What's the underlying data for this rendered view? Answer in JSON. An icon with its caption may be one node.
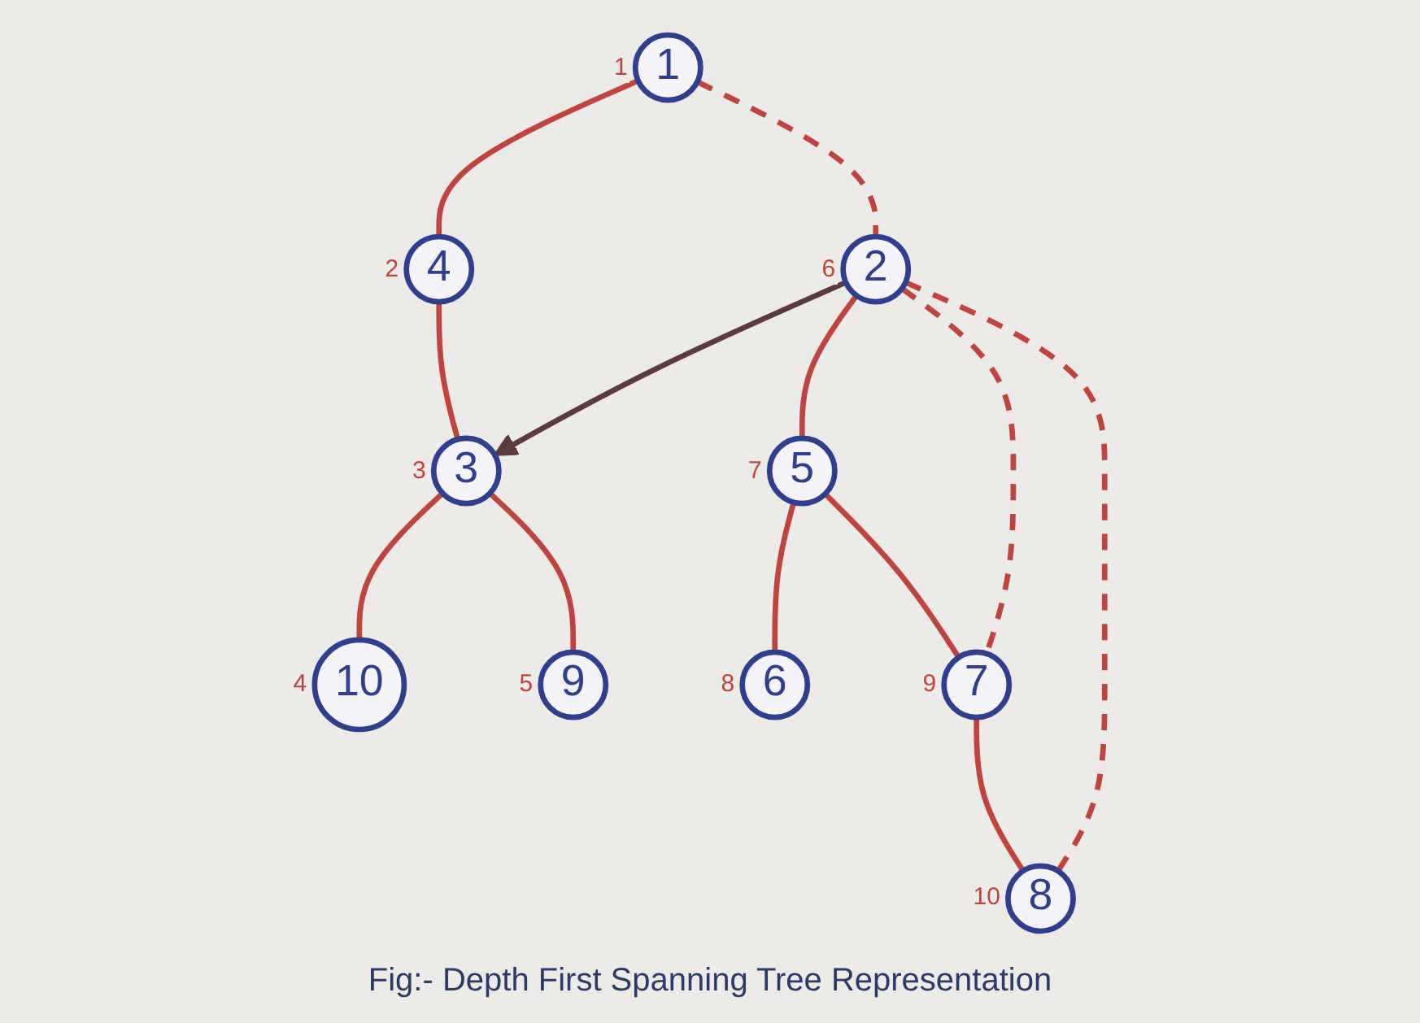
{
  "diagram": {
    "caption": "Fig:- Depth First Spanning Tree Representation",
    "nodes": [
      {
        "text": [
          "1"
        ],
        "beside": [
          "1"
        ]
      },
      {
        "text": [
          "4"
        ],
        "beside": [
          "2"
        ]
      },
      {
        "text": [
          "3"
        ],
        "beside": [
          "3"
        ]
      },
      {
        "text": [
          "10"
        ],
        "beside": [
          "4"
        ]
      },
      {
        "text": [
          "9"
        ],
        "beside": [
          "5"
        ]
      },
      {
        "text": [
          "2"
        ],
        "beside": [
          "6"
        ]
      },
      {
        "text": [
          "5"
        ],
        "beside": [
          "7"
        ]
      },
      {
        "text": [
          "6"
        ],
        "beside": [
          "8"
        ]
      },
      {
        "text": [
          "7"
        ],
        "beside": [
          "9"
        ]
      },
      {
        "text": [
          "8"
        ],
        "beside": [
          "10"
        ]
      }
    ],
    "edges": [
      {
        "from": 0,
        "to": 1,
        "arrow": "none"
      },
      {
        "from": 1,
        "to": 2,
        "arrow": "none"
      },
      {
        "from": 2,
        "to": 3,
        "arrow": "none"
      },
      {
        "from": 2,
        "to": 4,
        "arrow": "none"
      },
      {
        "from": 5,
        "to": 2,
        "arrow": "to",
        "color": "#5b3b3b"
      },
      {
        "from": 5,
        "to": 6,
        "arrow": "none"
      },
      {
        "from": 6,
        "to": 7,
        "arrow": "none"
      },
      {
        "from": 6,
        "to": 8,
        "arrow": "none"
      },
      {
        "from": 8,
        "to": 9,
        "arrow": "none"
      },
      {
        "from": 0,
        "to": 5,
        "arrow": "none",
        "style": "dashed"
      },
      {
        "from": 5,
        "to": 8,
        "arrow": "none",
        "style": "dashed"
      },
      {
        "from": 5,
        "to": 9,
        "arrow": "none",
        "style": "dashed"
      }
    ]
  }
}
